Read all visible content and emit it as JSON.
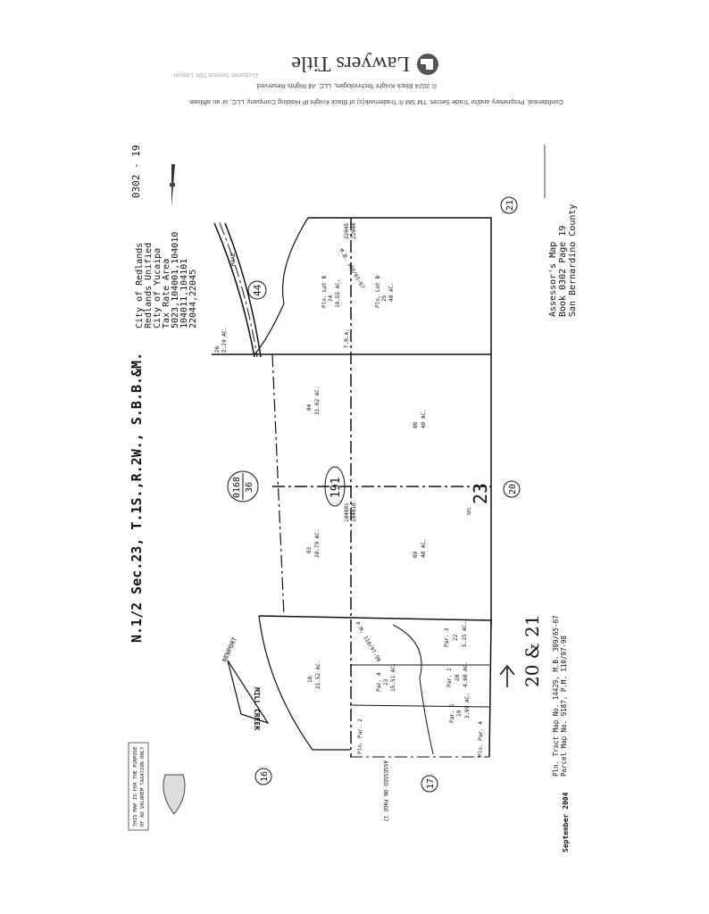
{
  "header": {
    "brand": "Lawyers Title",
    "copyright": "© 2024 Black Knight Technologies, LLC. All Rights Reserved.",
    "confidential": "Confidential, Proprietary and/or Trade Secret. TM SM ® Trademark(s) of Black Knight IP Holding Company, LLC, or an affiliate.",
    "customer_service": "Customer Service  Title Lawyer",
    "logo_icon": "lawyers-title-logo"
  },
  "map": {
    "title": "N.1/2 Sec.23, T.1S.,R.2W., S.B.B.&M.",
    "book_page": "0302 - 19",
    "tax_info": [
      "City of Redlands",
      "Redlands Unified",
      "City of Yucaipa",
      "Tax Rate Area",
      "5023,104001,104010",
      "104011,104101",
      "22044,22045"
    ],
    "assessor": [
      "Assessor's Map",
      "Book 0302 Page 19",
      "San Bernardino County"
    ],
    "plan_refs": [
      "Pln. Tract Map No. 14429, M.B. 309/65-67",
      "Parcel Map No. 9187, P.M. 110/97-98"
    ],
    "date": "September 2004",
    "disclaimer": [
      "THIS MAP IS FOR THE PURPOSE",
      "OF AD VALOREM TAXATION ONLY"
    ],
    "handwritten": "20 & 21",
    "adjacent_pages": [
      "16",
      "17",
      "20",
      "21",
      "44"
    ],
    "block_ref": {
      "top": "0168",
      "bottom": "36"
    },
    "center_block": "191",
    "section": "23",
    "road": "ROAD",
    "creek": "MILL CREEK",
    "newport": "NEWPORT",
    "parcels": [
      {
        "num": "24",
        "label": "Pln. Lot B",
        "area": "18.55 AC."
      },
      {
        "num": "25",
        "label": "Pln. Lot B",
        "area": "40 AC."
      },
      {
        "num": "04",
        "area": "31.62 AC."
      },
      {
        "num": "08",
        "area": "40 AC."
      },
      {
        "num": "03",
        "area": "20.79 AC."
      },
      {
        "num": "09",
        "area": "40 AC."
      },
      {
        "num": "18",
        "area": "21.52 AC."
      },
      {
        "num": "23",
        "label": "Par. 4",
        "area": "15.51 AC."
      },
      {
        "num": "22",
        "label": "Par. 3",
        "area": "5.15 AC."
      },
      {
        "num": "20",
        "label": "Par. 2",
        "area": "4.60 AC."
      },
      {
        "num": "19",
        "label": "Par. 1",
        "area": "3.69 AC."
      },
      {
        "num": "26",
        "area": "2.29 AC."
      }
    ],
    "tra_codes": [
      "22045",
      "22044",
      "104001",
      "104010",
      "T.R.A."
    ],
    "misc": [
      "P.M. 110/97-98",
      "M.B. 309/65-67",
      "ASSESSED ON PAGE 17",
      "Pln. Par. 2",
      "Pln. Par. 4",
      "SEC."
    ]
  }
}
